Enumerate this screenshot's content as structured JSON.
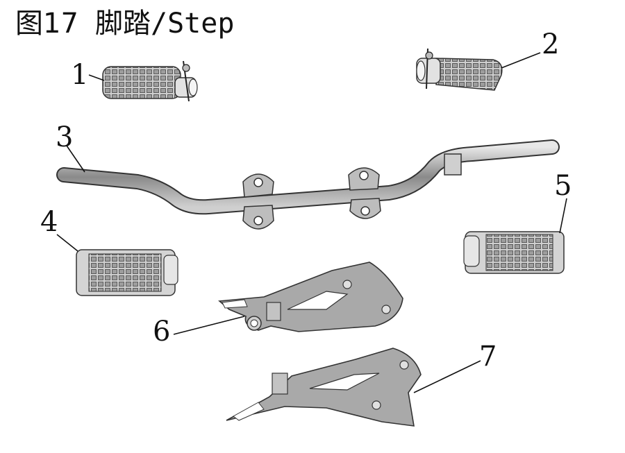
{
  "title": {
    "figure": "图17",
    "name_zh": "脚踏",
    "separator": "/",
    "name_en": "Step"
  },
  "callouts": [
    "1",
    "2",
    "3",
    "4",
    "5",
    "6",
    "7"
  ],
  "colors": {
    "ink": "#111111",
    "rubber": "#c9c9c9",
    "metal": "#9a9a9a",
    "grid": "#555555"
  }
}
